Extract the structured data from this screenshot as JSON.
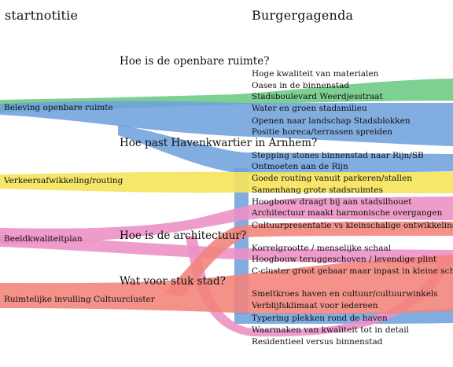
{
  "headers": {
    "left": "startnotitie",
    "right": "Burgergagenda"
  },
  "questions": [
    "Hoe is de openbare ruimte?",
    "Hoe past Havenkwartier in Arnhem?",
    "Hoe is de architectuur?",
    "Wat voor stuk stad?"
  ],
  "sources": [
    {
      "label": "Beleving openbare ruimte",
      "color": "#6cc883"
    },
    {
      "label": "Verkeersafwikkeling/routing",
      "color": "#f5e35a"
    },
    {
      "label": "Beeldkwaliteitplan",
      "color": "#ec8fc4"
    },
    {
      "label": "Ruimtelijke invulling Cultuurcluster",
      "color": "#f2837a"
    }
  ],
  "flow_colors": {
    "green": "#6cc883",
    "blue": "#6fa2dc",
    "yellow": "#f5e35a",
    "pink": "#ec8fc4",
    "salmon": "#f2837a"
  },
  "targets": [
    "Hoge kwaliteit van materialen",
    "Oases in de binnenstad",
    "Stadsboulevard Weerdjesstraat",
    "Water en groen stadsmilieu",
    "Openen naar landschap Stadsblokken",
    "Positie horeca/terrassen spreiden",
    "Stepping stones binnenstad naar Rijn/SB",
    "Ontmoeten aan de Rijn",
    "Goede routing vanuit parkeren/stallen",
    "Samenhang grote stadsruimtes",
    "Hoogbouw draagt bij aan stadsilhouet",
    "Architectuur maakt harmonische overgangen",
    "Cultuurpresentatie vs kleinschalige ontwikkeling",
    "Korrelgrootte / menselijke schaal",
    "Hoogbouw teruggeschoven / levendige plint",
    "C-cluster groot gebaar maar inpast in kleine schaal",
    "Smeltkroes haven en cultuur/cultuurwinkels",
    "Verblijfsklimaat voor iedereen",
    "Typering plekken rond de haven",
    "Waarmaken van kwaliteit tot in detail",
    "Residentieel versus binnenstad"
  ]
}
